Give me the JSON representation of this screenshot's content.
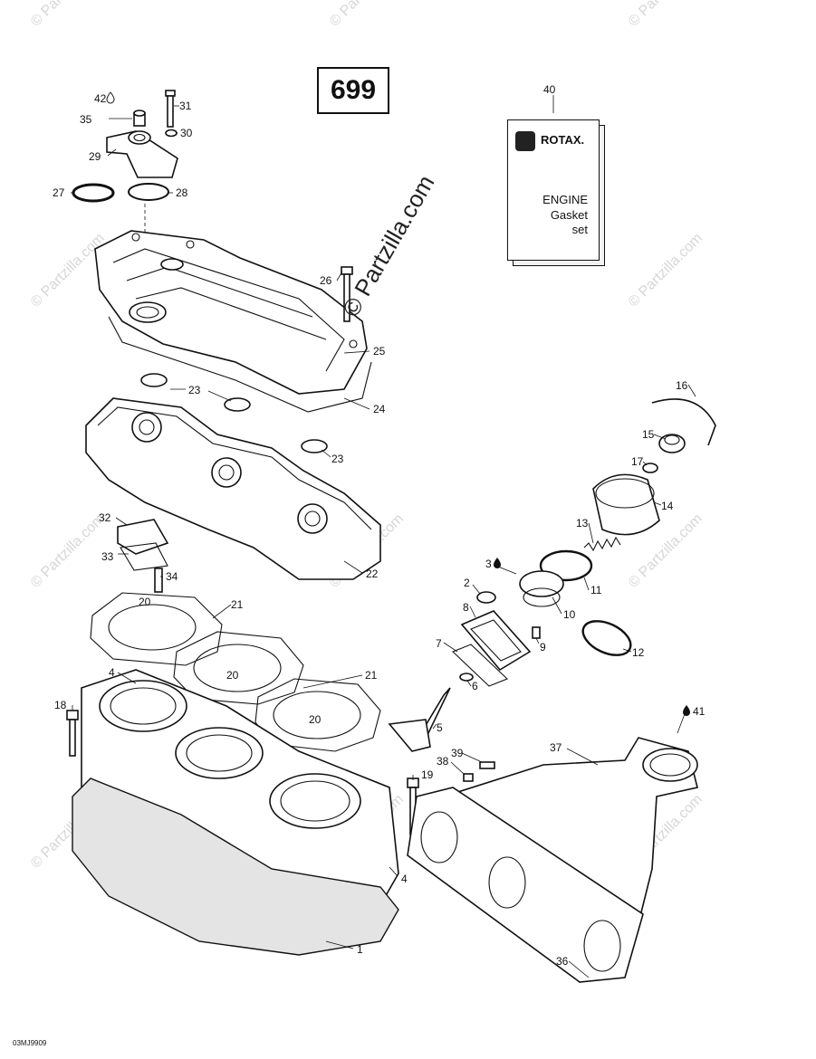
{
  "diagram_number": "699",
  "footer_code": "03MJ9909",
  "watermark": "© Partzilla.com",
  "gasket_kit": {
    "brand": "ROTAX.",
    "line1": "ENGINE",
    "line2": "Gasket",
    "line3": "set"
  },
  "callouts": {
    "c1": "1",
    "c2": "2",
    "c3": "3",
    "c4a": "4",
    "c4b": "4",
    "c5": "5",
    "c6": "6",
    "c7": "7",
    "c8": "8",
    "c9": "9",
    "c10": "10",
    "c11": "11",
    "c12": "12",
    "c13": "13",
    "c14": "14",
    "c15": "15",
    "c16": "16",
    "c17": "17",
    "c18": "18",
    "c19": "19",
    "c20a": "20",
    "c20b": "20",
    "c20c": "20",
    "c21a": "21",
    "c21b": "21",
    "c22": "22",
    "c23a": "23",
    "c23b": "23",
    "c24": "24",
    "c25": "25",
    "c26": "26",
    "c27": "27",
    "c28": "28",
    "c29": "29",
    "c30": "30",
    "c31": "31",
    "c32": "32",
    "c33": "33",
    "c34": "34",
    "c35": "35",
    "c36": "36",
    "c37": "37",
    "c38": "38",
    "c39": "39",
    "c40": "40",
    "c41": "41",
    "c42": "42"
  }
}
